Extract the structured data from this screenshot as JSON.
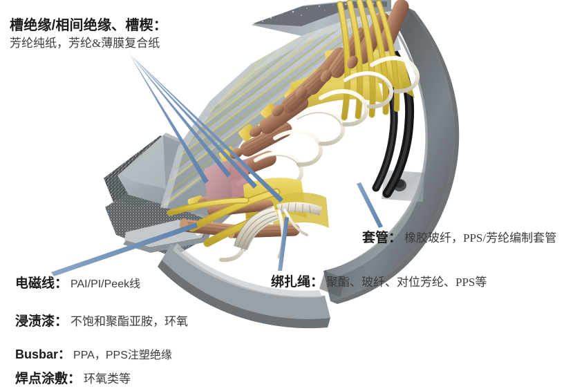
{
  "diagram": {
    "subject": "电机定子绕组剖视图",
    "leader_color": "#7191b8",
    "palette": {
      "lamination_gray": "#a9b3ba",
      "core_edge_dark": "#5d6166",
      "copper": "#a5745a",
      "wedge_yellow": "#e8c53c",
      "sleeve_yellow": "#d8c54a",
      "lacing_white": "#f2efe6",
      "housing_gray": "#6e7478",
      "phase_paper_pink": "#c59aa0",
      "cable_black": "#1c1c1c"
    }
  },
  "labels": {
    "slot_insulation": {
      "title": "槽绝缘/相间绝缘、槽楔：",
      "body": "芳纶纯纸，芳纶&薄膜复合纸"
    },
    "sleeve": {
      "title": "套管：",
      "body": "橡胶玻纤，PPS/芳纶编制套管"
    },
    "lacing_cord": {
      "title": "绑扎绳：",
      "body": "聚酯、玻纤、对位芳纶、PPS等"
    },
    "magnet_wire": {
      "title": "电磁线：",
      "body": "PAI/PI/Peek线"
    },
    "varnish": {
      "title": "浸渍漆：",
      "body": "不饱和聚酯亚胺，环氧"
    },
    "busbar": {
      "title": "Busbar：",
      "body": "PPA，PPS注塑绝缘"
    },
    "solder_coating": {
      "title": "焊点涂敷：",
      "body": "环氧类等"
    }
  }
}
